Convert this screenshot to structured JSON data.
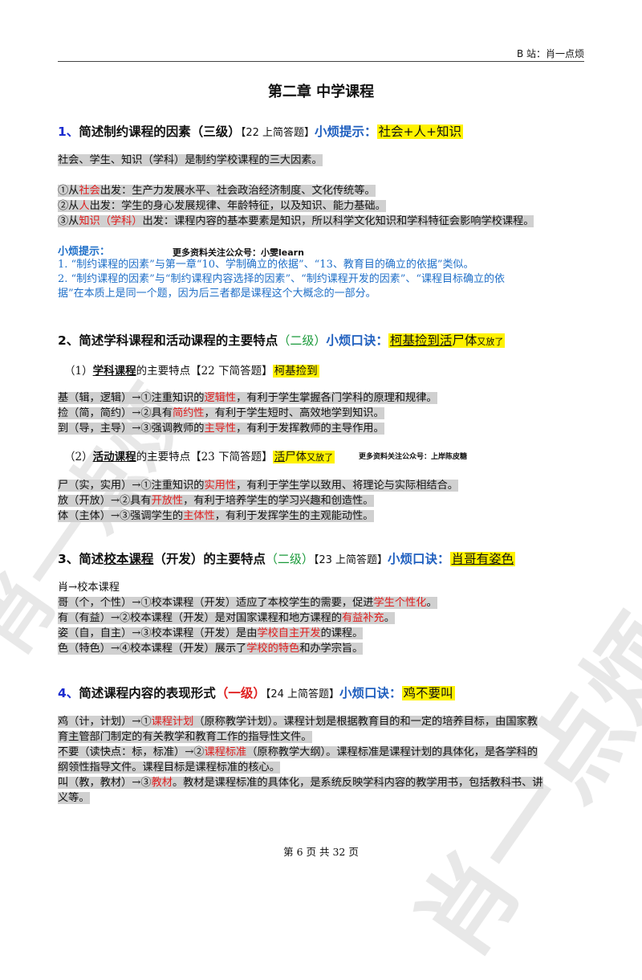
{
  "header": {
    "site": "B 站：肖一点烦"
  },
  "title": "第二章  中学课程",
  "watermarks": [
    "肖一点烦",
    "肖一点烦"
  ],
  "ads": {
    "ad1": "更多资料关注公众号：小雯learn",
    "ad2": "更多资料关注公众号：上岸陈皮糖"
  },
  "s1": {
    "num": "1、",
    "title": "简述制约课程的因素（三级）",
    "tag": "【22 上简答题】",
    "tip_label": "小烦提示：",
    "tip_hl": "社会+人+知识",
    "intro": "社会、学生、知识（学科）是制约学校课程的三大因素。",
    "l1a": "①从",
    "l1b": "社会",
    "l1c": "出发：生产力发展水平、社会政治经济制度、文化传统等。",
    "l2a": "②从",
    "l2b": "人",
    "l2c": "出发：学生的身心发展规律、年龄特征，以及知识、能力基础。",
    "l3a": "③从",
    "l3b": "知识（学科）",
    "l3c": "出发：课程内容的基本要素是知识，所以科学文化知识和学科特征会影响学校课程。",
    "note_label": "小烦提示：",
    "note1": "1. “制约课程的因素”与第一章“10、学制确立的依据”、“13、教育目的确立的依据”类似。",
    "note2a": "2. “制约课程的因素”与“制约课程内容选择的因素”、“制约课程开发的因素”、“课程目标确立的依",
    "note2b": "据”在本质上是同一个题，因为后三者都是课程这个大概念的一部分。"
  },
  "s2": {
    "num": "2、",
    "title": "简述学科课程和活动课程的主要特点",
    "level": "（二级）",
    "tip_label": "小烦口诀：",
    "tip_hl_a": "柯基捡到",
    "tip_hl_b": "活",
    "tip_hl_c": "尸体",
    "tip_hl_d": "又放了",
    "sub1_pre": "（1）",
    "sub1_u": "学科课程",
    "sub1_post": "的主要特点【22 下简答题】",
    "sub1_hl": "柯基捡到",
    "a1a": "基（辑，逻辑）→①注重知识的",
    "a1b": "逻辑性",
    "a1c": "，有利于学生掌握各门学科的原理和规律。",
    "a2a": "捡（简，简约）→②具有",
    "a2b": "简约性",
    "a2c": "，有利于学生短时、高效地学到知识。",
    "a3a": "到（导，主导）→③强调教师的",
    "a3b": "主导性",
    "a3c": "，有利于发挥教师的主导作用。",
    "sub2_pre": "（2）",
    "sub2_u": "活动课程",
    "sub2_post": "的主要特点【23 下简答题】",
    "sub2_hl_a": "活",
    "sub2_hl_b": "尸体",
    "sub2_hl_c": "又放了",
    "b1a": "尸（实，实用）→①注重知识的",
    "b1b": "实用性",
    "b1c": "，有利于学生学以致用、将理论与实际相结合。",
    "b2a": "放（开放）→②具有",
    "b2b": "开放性",
    "b2c": "，有利于培养学生的学习兴趣和创造性。",
    "b3a": "体（主体）→③强调学生的",
    "b3b": "主体性",
    "b3c": "，有利于发挥学生的主观能动性。"
  },
  "s3": {
    "num": "3、",
    "title_a": "简述",
    "title_u": "校本课程",
    "title_b": "（开发）的主要特点",
    "level": "（二级）",
    "tag": "【23 上简答题】",
    "tip_label": "小烦口诀：",
    "tip_hl": "肖哥有姿色",
    "l0": "肖→校本课程",
    "l1a": "哥（个，个性）→①校本课程（开发）适应了本校学生的需要，促进",
    "l1b": "学生个性化",
    "l1c": "。",
    "l2a": "有（有益）→②校本课程（开发）是对国家课程和地方课程的",
    "l2b": "有益补充",
    "l2c": "。",
    "l3a": "姿（自，自主）→③校本课程（开发）是由",
    "l3b": "学校自主开发",
    "l3c": "的课程。",
    "l4a": "色（特色）→④校本课程（开发）展示了",
    "l4b": "学校的特色",
    "l4c": "和办学宗旨。"
  },
  "s4": {
    "num": "4、",
    "title": "简述课程内容的表现形式",
    "level": "（一级）",
    "tag": "【24 上简答题】",
    "tip_label": "小烦口诀：",
    "tip_hl": "鸡不要叫",
    "l1a": "鸡（计，计划）→①",
    "l1b": "课程计划",
    "l1c": "（原称教学计划）。课程计划是根据教育目的和一定的培养目标，由国家教",
    "l1d": "育主管部门制定的有关教学和教育工作的指导性文件。",
    "l2a": "不要（读快点：标，标准）→②",
    "l2b": "课程标准",
    "l2c": "（原称教学大纲）。课程标准是课程计划的具体化，是各学科的",
    "l2d": "纲领性指导文件。课程目标是课程标准的核心。",
    "l3a": "叫（教，教材）→③",
    "l3b": "教材",
    "l3c": "。教材是课程标准的具体化，是系统反映学科内容的教学用书，包括教科书、讲",
    "l3d": "义等。"
  },
  "footer": "第 6 页 共 32 页"
}
